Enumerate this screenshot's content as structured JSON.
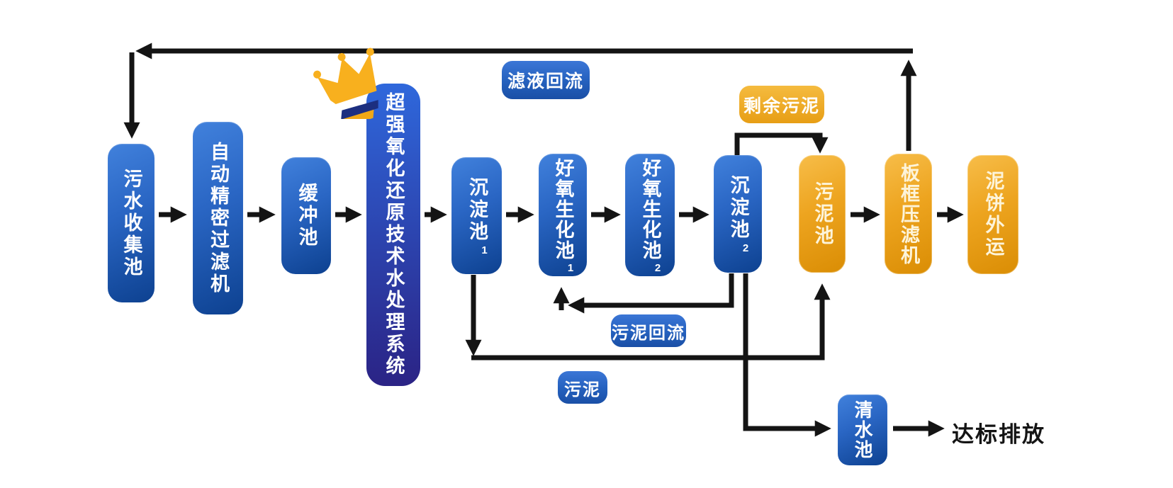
{
  "diagram": {
    "kind": "water-treatment-process-flowchart",
    "background": "#ffffff"
  },
  "nodes": [
    {
      "id": "sewage-collection",
      "label": "污水收集池",
      "color": "blue"
    },
    {
      "id": "auto-filter",
      "label": "自动精密过滤机",
      "color": "blue"
    },
    {
      "id": "buffer-pool",
      "label": "缓冲池",
      "color": "blue"
    },
    {
      "id": "oxidation-system",
      "label": "超强氧化还原技术水处理系统",
      "color": "hero-blue-indigo"
    },
    {
      "id": "sedimentation-1",
      "label": "沉淀池",
      "sub": "1",
      "color": "blue"
    },
    {
      "id": "aerobic-1",
      "label": "好氧生化池",
      "sub": "1",
      "color": "blue"
    },
    {
      "id": "aerobic-2",
      "label": "好氧生化池",
      "sub": "2",
      "color": "blue"
    },
    {
      "id": "sedimentation-2",
      "label": "沉淀池",
      "sub": "2",
      "color": "blue"
    },
    {
      "id": "sludge-pool",
      "label": "污泥池",
      "color": "orange"
    },
    {
      "id": "filter-press",
      "label": "板框压滤机",
      "color": "orange"
    },
    {
      "id": "mudcake-out",
      "label": "泥饼外运",
      "color": "orange"
    },
    {
      "id": "clearwater-pool",
      "label": "清水池",
      "color": "blue"
    }
  ],
  "labels": {
    "filtrate_return": "滤液回流",
    "surplus_sludge": "剩余污泥",
    "sludge_return": "污泥回流",
    "sludge": "污泥",
    "discharge": "达标排放"
  },
  "icons": {
    "crown": "crown-icon"
  },
  "colors": {
    "box_blue_top": "#4181dc",
    "box_blue_bottom": "#0d4190",
    "box_orange_top": "#f7bd49",
    "box_orange_bottom": "#da8d04",
    "hero_top": "#2f68dc",
    "hero_bottom": "#2b2385",
    "pill_blue": "#2a63c8",
    "pill_orange": "#eda41f",
    "arrow": "#141414",
    "crown_gold": "#f8b01e",
    "text_on_box": "#ffffff",
    "discharge_text": "#141414"
  }
}
